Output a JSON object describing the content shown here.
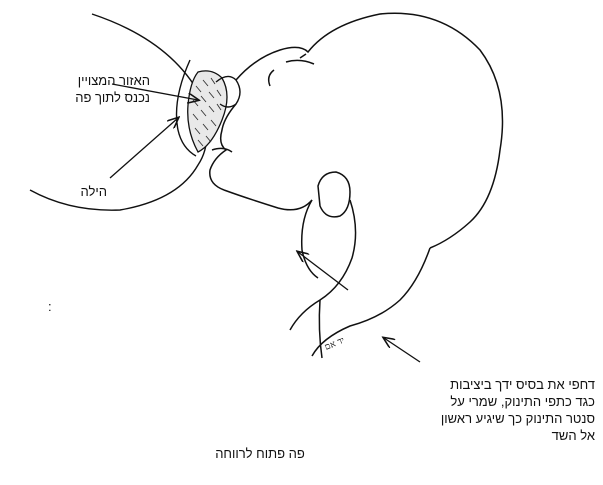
{
  "labels": {
    "areola": "האזור המצויין\nנכנס לתוך פה",
    "hila": "הילה",
    "instruction": "דחפי את בסיס ידך ביציבות\nכגד כתפי התינוק, שמרי על\nסנטר התינוק כך שיגיע ראשון\nאל השד",
    "mouth": "פה פתוח לרווחה",
    "dots": ":"
  },
  "handwriting": "יד אם",
  "colors": {
    "ink": "#111111",
    "background": "#ffffff"
  }
}
